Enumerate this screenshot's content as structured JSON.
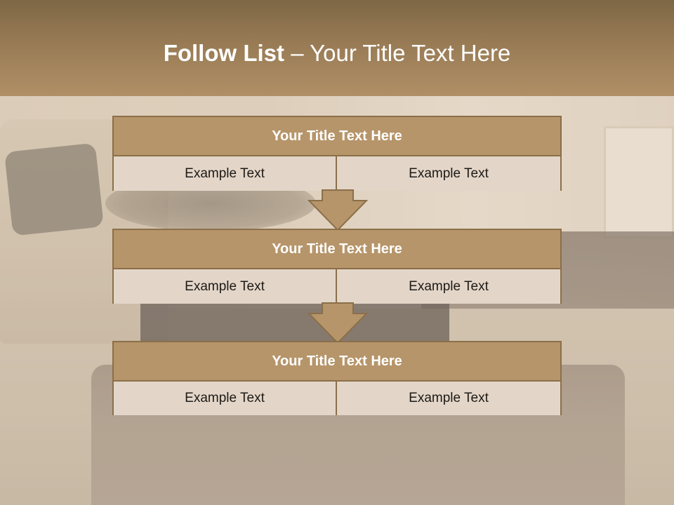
{
  "slide": {
    "title_bold": "Follow List",
    "title_rest": "– Your Title Text Here"
  },
  "steps": [
    {
      "title": "Your Title Text Here",
      "left": "Example Text",
      "right": "Example Text"
    },
    {
      "title": "Your Title Text Here",
      "left": "Example Text",
      "right": "Example Text"
    },
    {
      "title": "Your Title Text Here",
      "left": "Example Text",
      "right": "Example Text"
    }
  ],
  "colors": {
    "header": "#987b55",
    "box_header": "#b6956a",
    "box_body": "#e3d6c9",
    "border": "#8b6f49"
  },
  "icons": [
    "down-arrow-icon",
    "down-arrow-icon"
  ]
}
